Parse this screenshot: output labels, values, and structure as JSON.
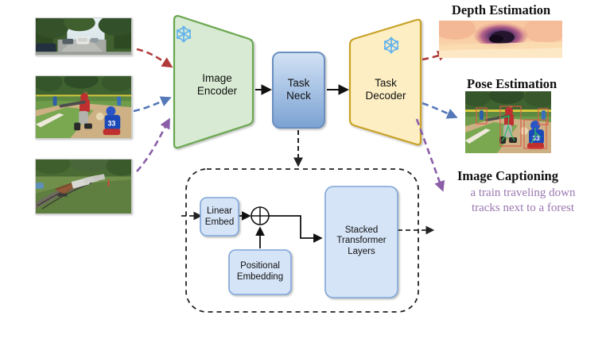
{
  "figure": {
    "type": "architecture-diagram",
    "background": "#ffffff"
  },
  "inputs": [
    {
      "name": "street-scene-thumbnail",
      "alt": "street scene with parked cars and trees"
    },
    {
      "name": "baseball-scene-thumbnail",
      "alt": "youth baseball batter swinging with catcher"
    },
    {
      "name": "train-scene-thumbnail",
      "alt": "freight train traveling on tracks beside a forest"
    }
  ],
  "pipeline": {
    "encoder": {
      "label_line1": "Image",
      "label_line2": "Encoder",
      "fill": "#d8ead3",
      "stroke": "#6aa84f",
      "frozen": true
    },
    "neck": {
      "label_line1": "Task",
      "label_line2": "Neck",
      "fill_top": "#c9ddf2",
      "fill_bottom": "#7fa7d4",
      "stroke": "#6a8fc0",
      "frozen": false
    },
    "decoder": {
      "label_line1": "Task",
      "label_line2": "Decoder",
      "fill": "#fdeec4",
      "stroke": "#c9a227",
      "frozen": true
    }
  },
  "detail_box": {
    "linear_embed": {
      "label_line1": "Linear",
      "label_line2": "Embed"
    },
    "positional_embedding": {
      "label_line1": "Positional",
      "label_line2": "Embedding"
    },
    "stacked_transformer": {
      "label_line1": "Stacked",
      "label_line2": "Transformer",
      "label_line3": "Layers"
    },
    "sum_operator": "⊕",
    "block_fill": "#d6e4f7",
    "block_stroke": "#7ea6d8"
  },
  "outputs": [
    {
      "name": "depth-estimation",
      "title": "Depth Estimation",
      "arrow_color": "#b03a3a",
      "media": "depth-map"
    },
    {
      "name": "pose-estimation",
      "title": "Pose Estimation",
      "arrow_color": "#5578b8",
      "media": "pose-image"
    },
    {
      "name": "image-captioning",
      "title": "Image Captioning",
      "arrow_color": "#8b5fa8",
      "caption_line1": "a train traveling down",
      "caption_line2": "tracks next to a forest",
      "caption_color": "#9a77b0"
    }
  ],
  "legend": {
    "frozen_icon": "snowflake",
    "frozen_color": "#63b3ed"
  }
}
